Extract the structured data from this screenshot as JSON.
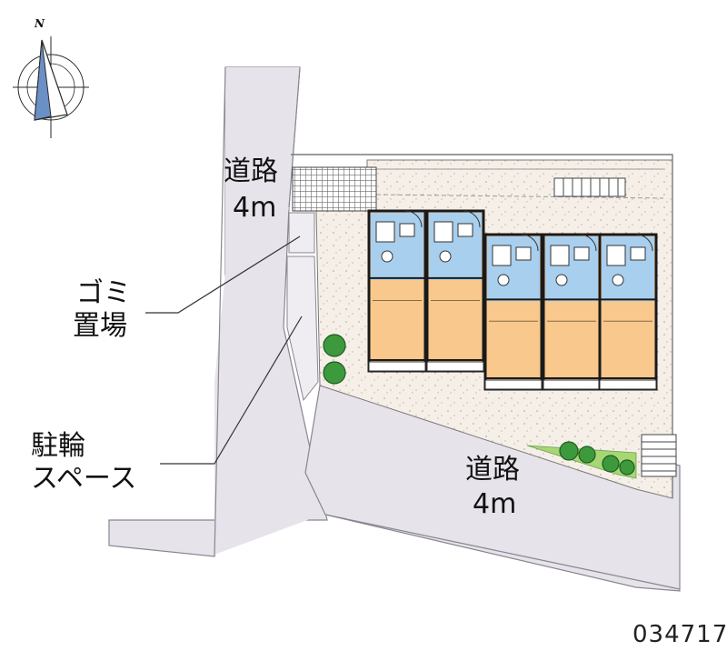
{
  "compass": {
    "north_label": "N",
    "icon": "compass-rose-icon"
  },
  "roads": {
    "top": {
      "line1": "道路",
      "line2": "4m"
    },
    "bottom": {
      "line1": "道路",
      "line2": "4m"
    }
  },
  "callouts": {
    "garbage": {
      "line1": "ゴミ",
      "line2": "置場"
    },
    "bicycle": {
      "line1": "駐輪",
      "line2": "スペース"
    }
  },
  "property_id": "034717",
  "colors": {
    "road": "#e6e3ea",
    "road_outline": "#8a8590",
    "site_ground": "#f6efe8",
    "room_floor": "#f8c88c",
    "wet_area": "#a9cfee",
    "wall": "#1a1a1a",
    "tree": "#3c9a3c",
    "grass": "#a6d774"
  },
  "units": {
    "count": 5
  }
}
